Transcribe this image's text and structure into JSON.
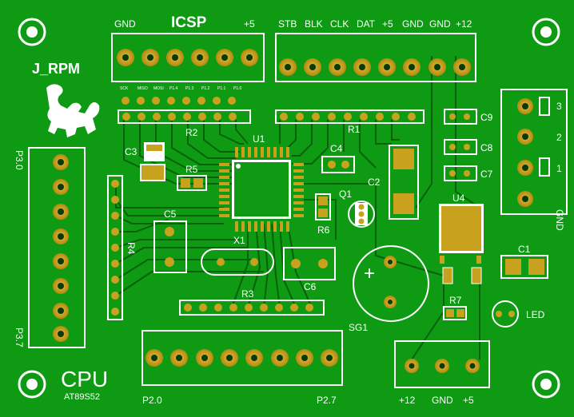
{
  "board": {
    "name": "CPU",
    "chip": "AT89S52",
    "rpm_label": "J_RPM"
  },
  "colors": {
    "board": "#0f9a14",
    "trace": "#19c21e",
    "pad": "#c8a21e",
    "silk": "#ffffff"
  },
  "icsp": {
    "title": "ICSP",
    "gnd": "GND",
    "plus5": "+5",
    "pins": [
      "SCK",
      "MISO",
      "MOSI",
      "P1.4",
      "P1.3",
      "P1.2",
      "P1.1",
      "P1.0"
    ]
  },
  "display_conn": {
    "labels": [
      "STB",
      "BLK",
      "CLK",
      "DAT",
      "+5",
      "GND",
      "GND",
      "+12"
    ]
  },
  "refs": {
    "r1": "R1",
    "r2": "R2",
    "r3": "R3",
    "r4": "R4",
    "r5": "R5",
    "r6": "R6",
    "r7": "R7",
    "c1": "C1",
    "c2": "C2",
    "c3": "C3",
    "c4": "C4",
    "c5": "C5",
    "c6": "C6",
    "c7": "C7",
    "c8": "C8",
    "c9": "C9",
    "u1": "U1",
    "u4": "U4",
    "q1": "Q1",
    "x1": "X1",
    "sg1": "SG1",
    "led": "LED",
    "p3_0": "P3.0",
    "p3_7": "P3.7",
    "p2_0": "P2.0",
    "p2_7": "P2.7"
  },
  "right_conn": {
    "pins": [
      "3",
      "2",
      "1"
    ],
    "gnd": "GND"
  },
  "power_conn": {
    "labels": [
      "+12",
      "GND",
      "+5"
    ]
  },
  "polarity": "+"
}
